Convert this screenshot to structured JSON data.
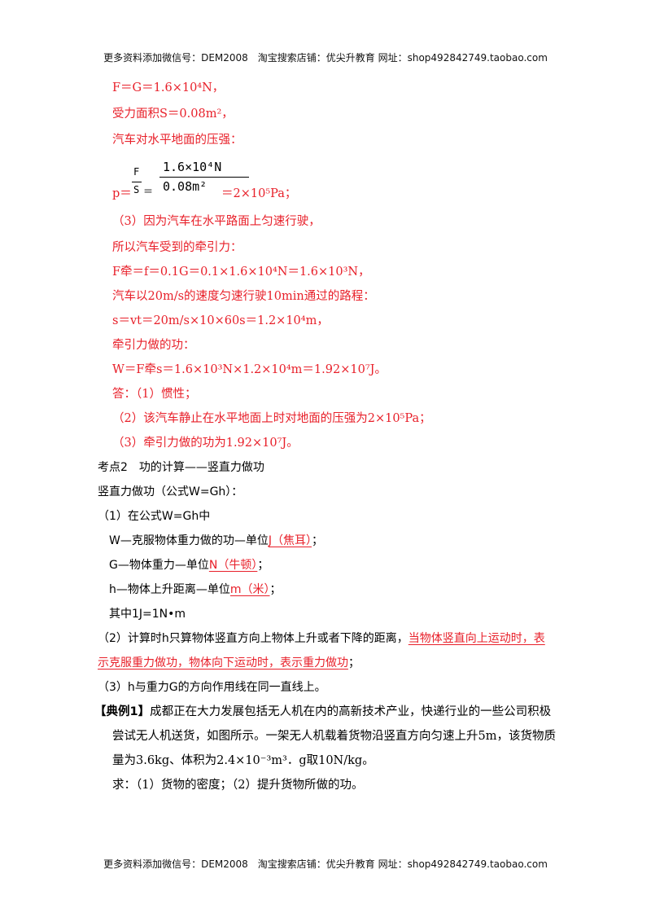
{
  "header": {
    "text": "更多资料添加微信号：DEM2008　淘宝搜索店铺：优尖升教育  网址：shop492842749.taobao.com"
  },
  "footer": {
    "text": "更多资料添加微信号：DEM2008　淘宝搜索店铺：优尖升教育  网址：shop492842749.taobao.com"
  },
  "sol": {
    "l1": "F＝G＝1.6×10⁴N，",
    "l2": "受力面积S＝0.08m²，",
    "l3": "汽车对水平地面的压强：",
    "p_prefix": "p＝",
    "f_num": "F",
    "f_den": "S",
    "eq1": "＝",
    "big_num": "1.6×10⁴N",
    "big_den": "0.08m²",
    "result": "＝2×10⁵Pa；",
    "l5": "（3）因为汽车在水平路面上匀速行驶，",
    "l6": "所以汽车受到的牵引力：",
    "l7": "F牵＝f＝0.1G＝0.1×1.6×10⁴N＝1.6×10³N，",
    "l8": "汽车以20m/s的速度匀速行驶10min通过的路程：",
    "l9": "s＝vt＝20m/s×10×60s＝1.2×10⁴m，",
    "l10": "牵引力做的功：",
    "l11": "W＝F牵s＝1.6×10³N×1.2×10⁴m＝1.92×10⁷J。",
    "l12": "答：（1）惯性；",
    "l13": "（2）该汽车静止在水平地面上时对地面的压强为2×10⁵Pa；",
    "l14": "（3）牵引力做的功为1.92×10⁷J。"
  },
  "section": {
    "title": "考点2　功的计算——竖直力做功",
    "intro": "竖直力做功（公式W=Gh）：",
    "p1": "（1）在公式W=Gh中",
    "w_pre": "W—克服物体重力做的功—单位",
    "w_unit": "J（焦耳）",
    "w_end": "；",
    "g_pre": "G—物体重力—单位",
    "g_unit": "N（牛顿）",
    "g_end": "；",
    "h_pre": "h—物体上升距离—单位",
    "h_unit": "m（米）",
    "h_end": "；",
    "qizhong": "其中1J=1N•m",
    "p2_pre": "（2）计算时h只算物体竖直方向上物体上升或者下降的距离，",
    "p2_red1": "当物体竖直向上运动时，表",
    "p2_red2": "示克服重力做功，物体向下运动时，表示重力做功",
    "p2_end": "；",
    "p3": "（3）h与重力G的方向作用线在同一直线上。"
  },
  "example": {
    "label": "【典例1】",
    "l1": "成都正在大力发展包括无人机在内的高新技术产业，快递行业的一些公司积极",
    "l2": "尝试无人机送货，如图所示。一架无人机载着货物沿竖直方向匀速上升5m，该货物质",
    "l3": "量为3.6kg、体积为2.4×10⁻³m³．g取10N/kg。",
    "l4": "求：（1）货物的密度；（2）提升货物所做的功。"
  }
}
